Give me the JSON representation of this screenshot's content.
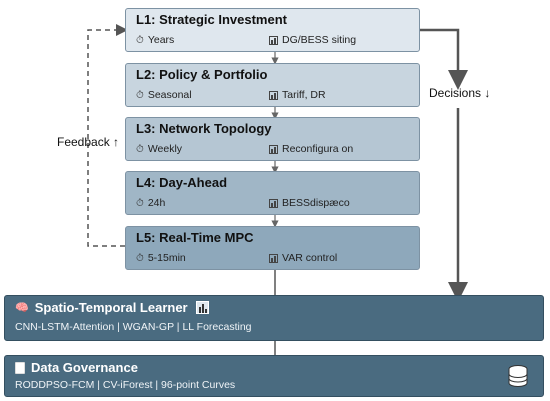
{
  "levels": [
    {
      "title": "L1: Strategic Investment",
      "timescale": "Years",
      "scope": "DG/BESS siting",
      "fill": "#dfe7ee"
    },
    {
      "title": "L2: Policy & Portfolio",
      "timescale": "Seasonal",
      "scope": "Tariff, DR",
      "fill": "#c8d5df"
    },
    {
      "title": "L3: Network Topology",
      "timescale": "Weekly",
      "scope": "Reconfigura on",
      "fill": "#b5c6d3"
    },
    {
      "title": "L4: Day-Ahead",
      "timescale": "24h",
      "scope": "BESSdispæco",
      "fill": "#a0b6c6"
    },
    {
      "title": "L5: Real-Time MPC",
      "timescale": "5-15min",
      "scope": "VAR control",
      "fill": "#8ea8bb"
    }
  ],
  "feedback_label": "Feedback ↑",
  "decisions_label": "Decisions ↓",
  "learner": {
    "title": "Spatio-Temporal Learner",
    "subtitle": "CNN-LSTM-Attention | WGAN-GP | LL Forecasting",
    "icon": "brain-icon"
  },
  "governance": {
    "title": "Data Governance",
    "subtitle": "RODDPSO-FCM | CV-iForest | 96-point Curves",
    "icon": "clipboard-icon"
  },
  "colors": {
    "band_fill": "#4a6b80",
    "arrow": "#555555",
    "feedback_dash": "#555555"
  }
}
